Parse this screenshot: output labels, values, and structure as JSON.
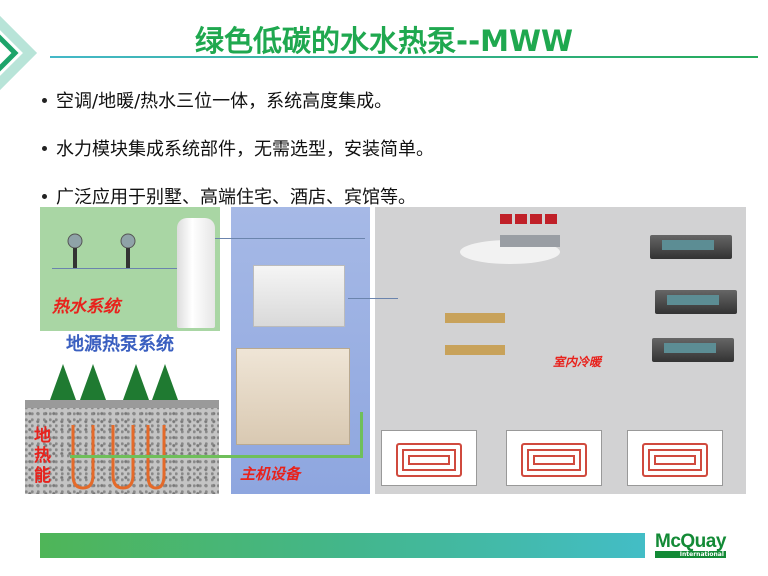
{
  "slide": {
    "title": "绿色低碳的水水热泵--MWW",
    "bullets": [
      "空调/地暖/热水三位一体，系统高度集成。",
      "水力模块集成系统部件，无需选型，安装简单。",
      "广泛应用于别墅、高端住宅、酒店、宾馆等。"
    ],
    "diagram": {
      "hot_water_label": "热水系统",
      "ground_source_label": "地源热泵系统",
      "geothermal_label": [
        "地",
        "热",
        "能"
      ],
      "main_unit_label": "主机设备",
      "indoor_label": "室内冷暖"
    },
    "footer": {
      "logo_text": "McQuay",
      "logo_sub": "International"
    },
    "colors": {
      "title_green": "#1fa84f",
      "label_red": "#e8221c",
      "label_blue": "#3a5fc0",
      "logo_green": "#138a36"
    }
  }
}
